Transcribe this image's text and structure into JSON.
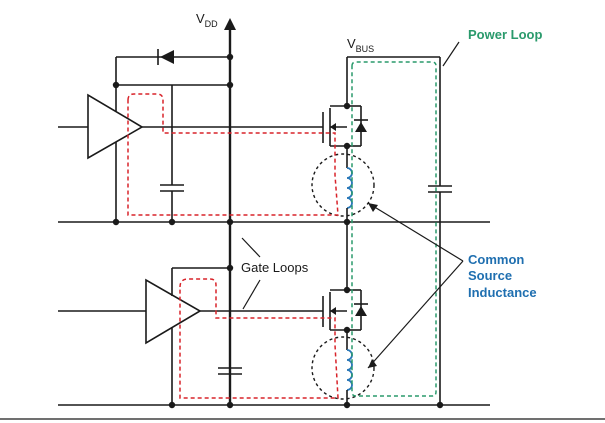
{
  "labels": {
    "vdd_main": "V",
    "vdd_sub": "DD",
    "vbus_main": "V",
    "vbus_sub": "BUS",
    "power_loop": "Power Loop",
    "gate_loops": "Gate Loops",
    "csi_line1": "Common",
    "csi_line2": "Source",
    "csi_line3": "Inductance"
  },
  "colors": {
    "gate_loop": "#d8232a",
    "power_loop": "#2a9a6c",
    "inductance": "#1f6fb0"
  }
}
